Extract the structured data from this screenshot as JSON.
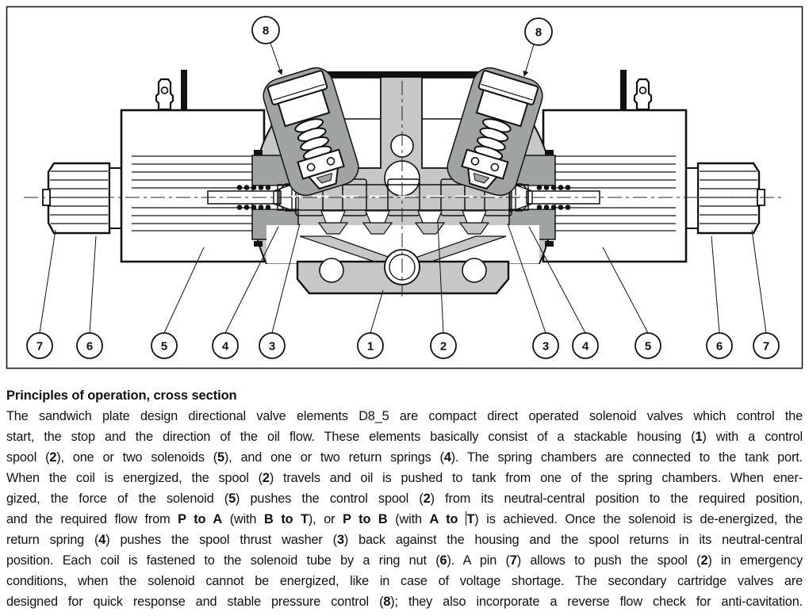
{
  "figure": {
    "description_role": "valve cross-section drawing",
    "callouts_top": [
      "8",
      "8"
    ],
    "callouts_bottom": [
      "7",
      "6",
      "5",
      "4",
      "3",
      "1",
      "2",
      "3",
      "4",
      "5",
      "6",
      "7"
    ]
  },
  "colors": {
    "outline": "#111111",
    "housing_gray": "#c5c8c7",
    "component_gray": "#9fa3a2",
    "spool_gray": "#a9adac",
    "background": "#ffffff"
  },
  "article": {
    "heading": "Principles of operation, cross section",
    "lines": [
      {
        "segments": [
          {
            "t": "The sandwich plate design directional valve elements D8_5 are compact direct operated solenoid valves which control the"
          }
        ]
      },
      {
        "segments": [
          {
            "t": "start, the stop and the direction of the oil flow. These elements basically consist of a stackable housing ("
          },
          {
            "b": "1"
          },
          {
            "t": ") with a control"
          }
        ]
      },
      {
        "segments": [
          {
            "t": "spool ("
          },
          {
            "b": "2"
          },
          {
            "t": "), one or two solenoids ("
          },
          {
            "b": "5"
          },
          {
            "t": "), and one or two return springs ("
          },
          {
            "b": "4"
          },
          {
            "t": "). The spring chambers are connected to the tank port."
          }
        ]
      },
      {
        "segments": [
          {
            "t": "When the coil is energized, the spool ("
          },
          {
            "b": "2"
          },
          {
            "t": ") travels and oil is pushed to tank from one of the spring chambers. When ener-"
          }
        ]
      },
      {
        "segments": [
          {
            "t": "gized, the force of the solenoid ("
          },
          {
            "b": "5"
          },
          {
            "t": ") pushes the control spool ("
          },
          {
            "b": "2"
          },
          {
            "t": ") from its neutral-central position to the required position,"
          }
        ]
      },
      {
        "segments": [
          {
            "t": "and the required flow from "
          },
          {
            "b": "P to A"
          },
          {
            "t": " (with "
          },
          {
            "b": "B to T"
          },
          {
            "t": "), or "
          },
          {
            "b": "P to B"
          },
          {
            "t": " (with "
          },
          {
            "b": "A to "
          },
          {
            "cursor": true
          },
          {
            "b": "T"
          },
          {
            "t": ") is achieved. Once the solenoid is de-energized, the"
          }
        ]
      },
      {
        "segments": [
          {
            "t": "return spring ("
          },
          {
            "b": "4"
          },
          {
            "t": ") pushes the spool thrust washer ("
          },
          {
            "b": "3"
          },
          {
            "t": ") back against the housing and the spool returns in its neutral-central"
          }
        ]
      },
      {
        "segments": [
          {
            "t": "position. Each coil is fastened to the solenoid tube by a ring nut ("
          },
          {
            "b": "6"
          },
          {
            "t": "). A pin ("
          },
          {
            "b": "7"
          },
          {
            "t": ") allows to push the spool ("
          },
          {
            "b": "2"
          },
          {
            "t": ") in emergency"
          }
        ]
      },
      {
        "segments": [
          {
            "t": "conditions, when the solenoid cannot be energized, like in case of voltage shortage. The secondary cartridge valves are"
          }
        ]
      },
      {
        "segments": [
          {
            "t": "designed for quick response and stable pressure control ("
          },
          {
            "b": "8"
          },
          {
            "t": "); they also incorporate a reverse flow check for anti-cavitation."
          }
        ]
      }
    ]
  }
}
